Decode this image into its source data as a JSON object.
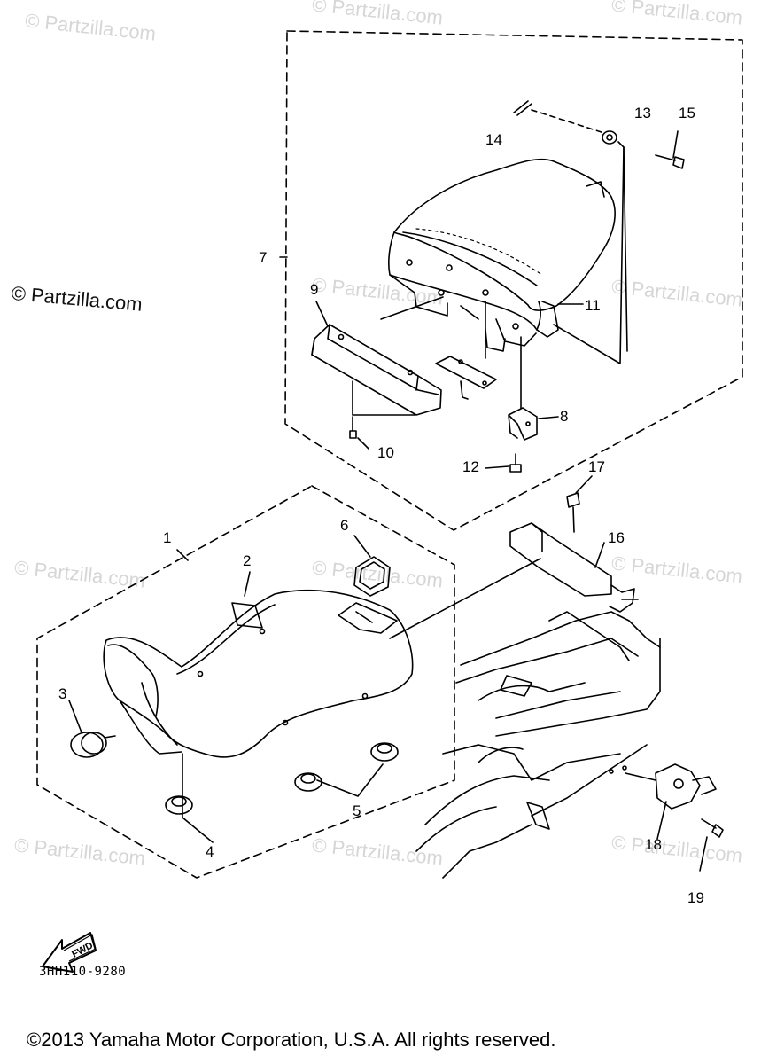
{
  "watermark_text": "© Partzilla.com",
  "watermark_main": "© Partzilla.com",
  "callouts": {
    "n1": "1",
    "n2": "2",
    "n3": "3",
    "n4": "4",
    "n5": "5",
    "n6": "6",
    "n7": "7",
    "n8": "8",
    "n9": "9",
    "n10": "10",
    "n11": "11",
    "n12": "12",
    "n13": "13",
    "n14": "14",
    "n15": "15",
    "n16": "16",
    "n17": "17",
    "n18": "18",
    "n19": "19"
  },
  "fwd_label": "FWD",
  "diagram_code": "3HH110-9280",
  "copyright": "©2013  Yamaha Motor Corporation, U.S.A. All rights reserved."
}
